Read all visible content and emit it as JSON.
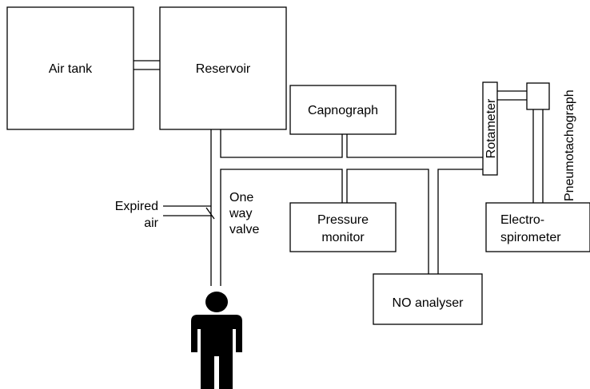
{
  "diagram": {
    "boxes": {
      "air_tank": "Air tank",
      "reservoir": "Reservoir",
      "capnograph": "Capnograph",
      "pressure_monitor": [
        "Pressure",
        "monitor"
      ],
      "no_analyser": "NO analyser",
      "electrospirometer": [
        "Electro-",
        "spirometer"
      ],
      "rotameter": "Rotameter"
    },
    "labels": {
      "one_way_valve": [
        "One",
        "way",
        "valve"
      ],
      "expired_air": [
        "Expired",
        "air"
      ],
      "pneumotachograph": "Pneumotachograph"
    },
    "colors": {
      "line": "#000000",
      "background": "#ffffff"
    },
    "icons": {
      "subject": "person-icon"
    }
  }
}
